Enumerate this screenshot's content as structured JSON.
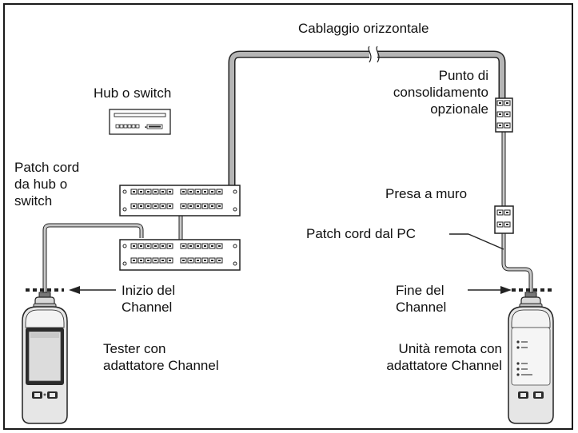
{
  "labels": {
    "horizontal_cabling": "Cablaggio orizzontale",
    "hub_switch": "Hub o switch",
    "consolidation": [
      "Punto di",
      "consolidamento",
      "opzionale"
    ],
    "patch_cord_hub": [
      "Patch cord",
      "da hub o",
      "switch"
    ],
    "wall_outlet": "Presa a muro",
    "patch_cord_pc": "Patch cord dal PC",
    "channel_start": [
      "Inizio del",
      "Channel"
    ],
    "channel_end": [
      "Fine del",
      "Channel"
    ],
    "tester": [
      "Tester con",
      "adattatore Channel"
    ],
    "remote": [
      "Unità remota con",
      "adattatore Channel"
    ],
    "hub_dots": "...."
  }
}
